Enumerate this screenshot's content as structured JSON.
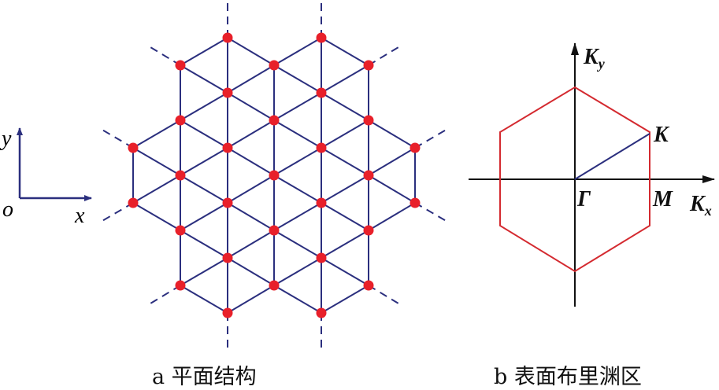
{
  "colors": {
    "lattice_line": "#2b2f7e",
    "atom": "#e8202a",
    "zone": "#d42a30",
    "axis": "#111111"
  },
  "panel_a": {
    "caption": "a 平面结构",
    "axis_labels": {
      "y": "y",
      "origin": "o",
      "x": "x"
    }
  },
  "panel_b": {
    "caption": "b 表面布里渊区",
    "labels": {
      "ky_main": "K",
      "ky_sub": "y",
      "k_point": "K",
      "gamma": "Γ",
      "m_point": "M",
      "kx_main": "K",
      "kx_sub": "x"
    }
  }
}
